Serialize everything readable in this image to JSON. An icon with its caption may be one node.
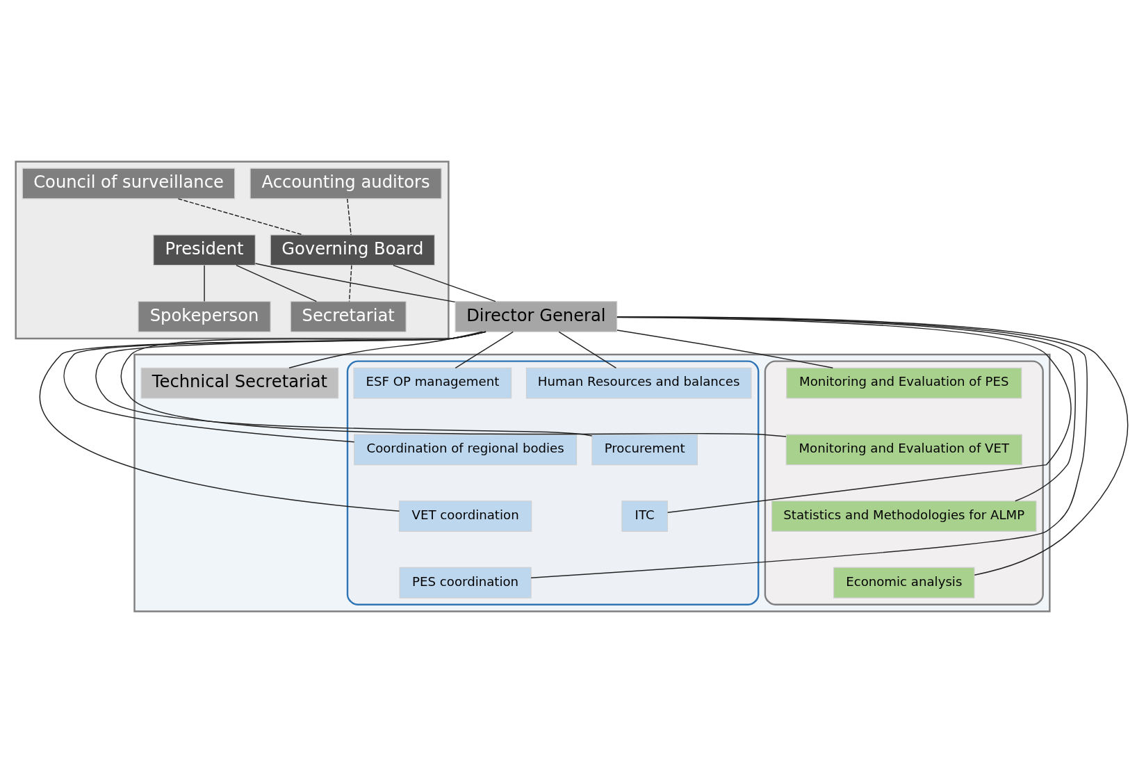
{
  "diagram": {
    "nodes": [
      {
        "text": [],
        "shape": "box"
      },
      {
        "text": [
          "Accounting auditors"
        ],
        "in": 0
      },
      {
        "text": [
          "Council of surveillance"
        ],
        "in": 0
      },
      {
        "text": [
          "Governing Board"
        ],
        "in": 0
      },
      {
        "text": [
          "President"
        ],
        "in": 0
      },
      {
        "text": [
          "Secretariat"
        ],
        "in": 0
      },
      {
        "text": [
          "Spokeperson"
        ],
        "in": 0
      },
      {
        "text": [],
        "shape": "box"
      },
      {
        "text": [
          "Director General"
        ]
      },
      {
        "text": [
          "Technical Secretariat"
        ],
        "in": 7
      },
      {
        "text": [],
        "shape": "box",
        "in": 7
      },
      {
        "text": [
          "Human Resources and balances"
        ],
        "in": 10
      },
      {
        "text": [
          "Procurement"
        ],
        "in": 10
      },
      {
        "text": [
          "ITC"
        ],
        "in": 10
      },
      {
        "text": [
          "ESF OP management"
        ],
        "in": 10
      },
      {
        "text": [
          "Coordination of regional bodies"
        ],
        "in": 10
      },
      {
        "text": [
          "VET coordination"
        ],
        "in": 10
      },
      {
        "text": [
          "PES coordination"
        ],
        "in": 10
      },
      {
        "text": [],
        "shape": "box",
        "in": 7
      },
      {
        "text": [
          "Monitoring and Evaluation of PES"
        ],
        "in": 18
      },
      {
        "text": [
          "Monitoring and Evaluation of VET"
        ],
        "in": 18
      },
      {
        "text": [
          "Statistics and Methodologies for ALMP"
        ],
        "in": 18
      },
      {
        "text": [
          "Economic analysis"
        ],
        "in": 18
      }
    ],
    "edges": [
      {
        "from": 1,
        "to": 3,
        "arrow": "none",
        "style": "dashed"
      },
      {
        "from": 2,
        "to": 3,
        "arrow": "none",
        "style": "dashed"
      },
      {
        "from": 3,
        "to": 5,
        "arrow": "none",
        "style": "dashed"
      },
      {
        "from": 4,
        "to": 5,
        "arrow": "none"
      },
      {
        "from": 4,
        "to": 6,
        "arrow": "none"
      },
      {
        "from": 3,
        "to": 8,
        "arrow": "none"
      },
      {
        "from": 4,
        "to": 8,
        "arrow": "none"
      },
      {
        "from": 8,
        "to": 9,
        "arrow": "none"
      },
      {
        "from": 8,
        "to": 11,
        "arrow": "none"
      },
      {
        "from": 8,
        "to": 12,
        "arrow": "none"
      },
      {
        "from": 8,
        "to": 13,
        "arrow": "none"
      },
      {
        "from": 8,
        "to": 14,
        "arrow": "none"
      },
      {
        "from": 8,
        "to": 15,
        "arrow": "none"
      },
      {
        "from": 8,
        "to": 16,
        "arrow": "none"
      },
      {
        "from": 8,
        "to": 17,
        "arrow": "none"
      },
      {
        "from": 8,
        "to": 19,
        "arrow": "none"
      },
      {
        "from": 8,
        "to": 20,
        "arrow": "none"
      },
      {
        "from": 8,
        "to": 21,
        "arrow": "none"
      },
      {
        "from": 8,
        "to": 22,
        "arrow": "none"
      }
    ]
  }
}
